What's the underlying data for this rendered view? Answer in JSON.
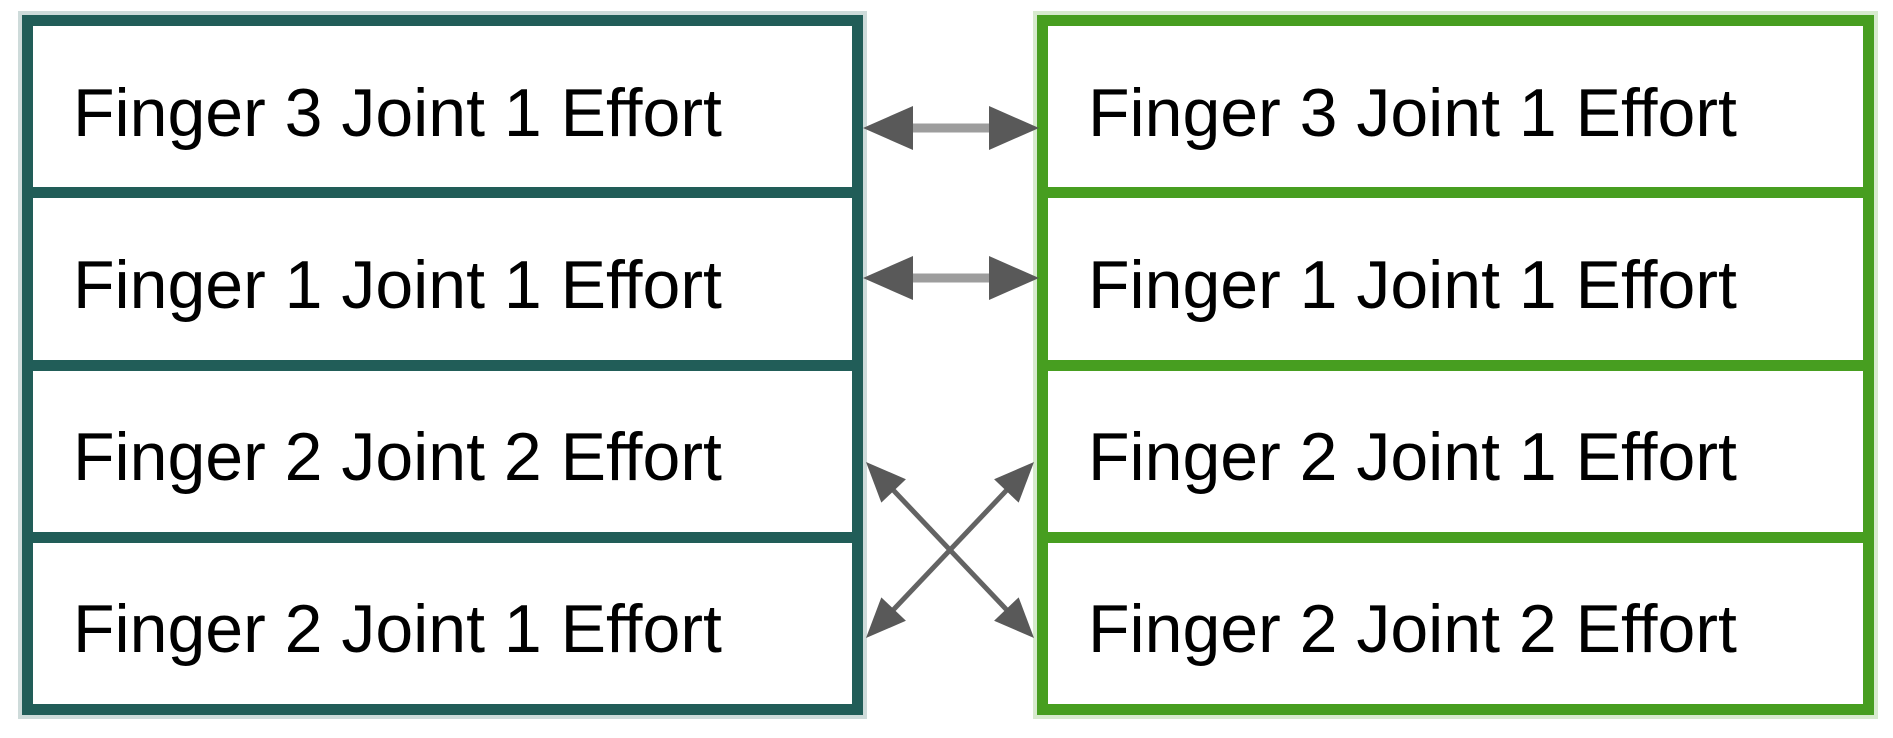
{
  "diagram_title": "joint-effort-mapping",
  "left_column": {
    "border_color": "#215d58",
    "items": [
      {
        "label": "Finger 3 Joint 1 Effort"
      },
      {
        "label": "Finger 1 Joint 1 Effort"
      },
      {
        "label": "Finger 2 Joint 2 Effort"
      },
      {
        "label": "Finger 2 Joint 1 Effort"
      }
    ]
  },
  "right_column": {
    "border_color": "#479e20",
    "items": [
      {
        "label": "Finger 3 Joint 1 Effort"
      },
      {
        "label": "Finger 1 Joint 1 Effort"
      },
      {
        "label": "Finger 2 Joint 1 Effort"
      },
      {
        "label": "Finger 2 Joint 2 Effort"
      }
    ]
  },
  "connections": [
    {
      "from": "left_column.items.0",
      "to": "right_column.items.0",
      "shape": "straight",
      "bidirectional": true
    },
    {
      "from": "left_column.items.1",
      "to": "right_column.items.1",
      "shape": "straight",
      "bidirectional": true
    },
    {
      "from": "left_column.items.2",
      "to": "right_column.items.3",
      "shape": "diagonal-cross",
      "bidirectional": true
    },
    {
      "from": "left_column.items.3",
      "to": "right_column.items.2",
      "shape": "diagonal-cross",
      "bidirectional": true
    }
  ],
  "colors": {
    "arrow_head": "#595959",
    "arrow_shaft_straight": "#9d9d9d",
    "arrow_shaft_diagonal": "#636363",
    "text": "#000000",
    "background": "#ffffff"
  }
}
